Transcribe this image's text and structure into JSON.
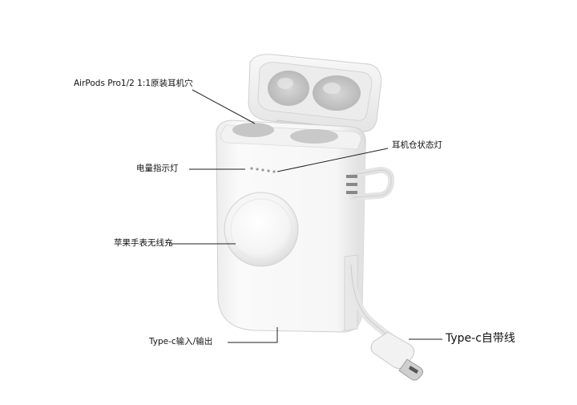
{
  "callouts": {
    "airpods_slot": "AirPods Pro1/2  1:1原装耳机穴",
    "case_status_light": "耳机仓状态灯",
    "battery_indicator": "电量指示灯",
    "watch_wireless_charger": "苹果手表无线充",
    "typec_port": "Type-c输入/输出",
    "built_in_cable": "Type-c自带线"
  },
  "colors": {
    "background": "#ffffff",
    "case_body": "#f7f7f7",
    "case_shade": "#e6e6e6",
    "leader_line": "#222222",
    "label_text": "#111111"
  }
}
